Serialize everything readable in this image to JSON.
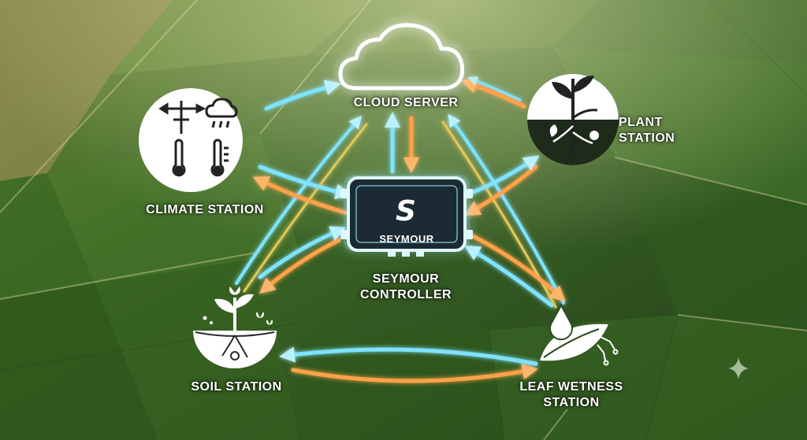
{
  "nodes": {
    "cloud_server": {
      "label": "CLOUD SERVER"
    },
    "plant_station": {
      "label_lines": [
        "PLANT",
        "STATION"
      ]
    },
    "climate_station": {
      "label": "CLIMATE STATION"
    },
    "controller": {
      "brand": "SEYMOUR",
      "logo_letter": "S",
      "label_lines": [
        "SEYMOUR",
        "CONTROLLER"
      ]
    },
    "soil_station": {
      "label": "SOIL STATION"
    },
    "leaf_wetness_station": {
      "label_lines": [
        "LEAF WETNESS",
        "STATION"
      ]
    }
  },
  "colors": {
    "field_dark": "#2f5a1c",
    "field_light": "#5c8a32",
    "upload_arrow": "#7fe3ff",
    "download_arrow": "#ffa24a",
    "device_glow": "#9fe8ff"
  },
  "icons": {
    "cloud": "cloud-outline-icon",
    "climate": [
      "weather-vane-icon",
      "rain-cloud-icon",
      "thermometer-icon",
      "thermometer-icon"
    ],
    "plant": "plant-roots-icon",
    "soil": "seedling-soil-icon",
    "leaf": "leaf-droplet-icon"
  }
}
